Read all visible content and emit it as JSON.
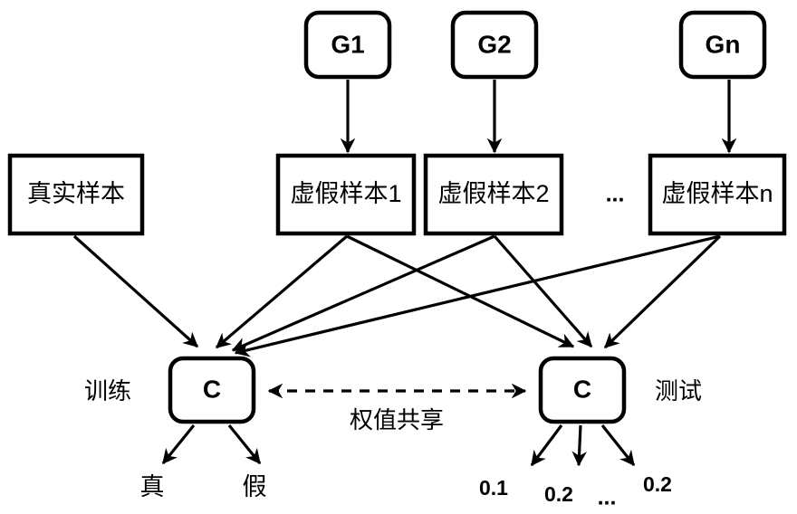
{
  "diagram": {
    "title": "GAN multi-generator training and testing schematic",
    "colors": {
      "stroke": "#000000",
      "fill": "#ffffff",
      "background": "#ffffff"
    },
    "generators": [
      {
        "id": "g1",
        "label": "G1"
      },
      {
        "id": "g2",
        "label": "G2"
      },
      {
        "id": "gn",
        "label": "Gn"
      }
    ],
    "samples": {
      "real": {
        "id": "real-sample",
        "label": "真实样本"
      },
      "fake": [
        {
          "id": "fake-sample-1",
          "label": "虚假样本1"
        },
        {
          "id": "fake-sample-2",
          "label": "虚假样本2"
        },
        {
          "id": "fake-sample-n",
          "label": "虚假样本n"
        }
      ],
      "ellipsis": "..."
    },
    "classifiers": [
      {
        "id": "classifier-train",
        "label": "C",
        "side_label": "训练"
      },
      {
        "id": "classifier-test",
        "label": "C",
        "side_label": "测试"
      }
    ],
    "shared_link": {
      "label": "权值共享",
      "style": "dashed-bidirectional"
    },
    "train_outputs": [
      {
        "id": "output-real",
        "label": "真"
      },
      {
        "id": "output-fake",
        "label": "假"
      }
    ],
    "test_outputs": [
      {
        "id": "test-score-1",
        "label": "0.1"
      },
      {
        "id": "test-score-2",
        "label": "0.2"
      },
      {
        "id": "test-score-ellipsis",
        "label": "..."
      },
      {
        "id": "test-score-n",
        "label": "0.2"
      }
    ]
  }
}
